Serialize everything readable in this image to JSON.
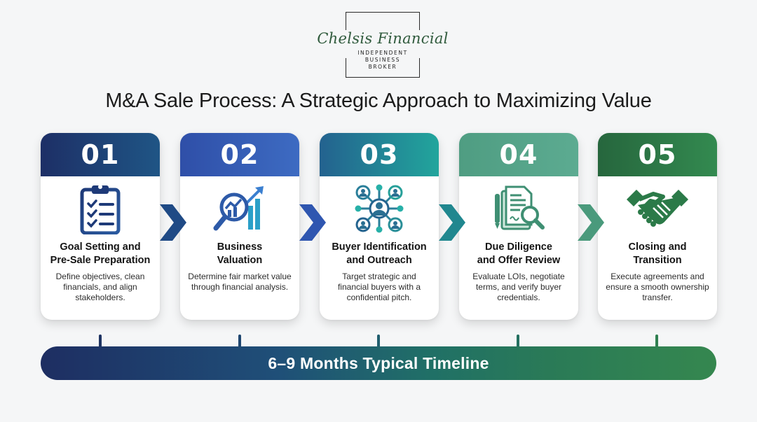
{
  "logo": {
    "name": "Chelsis Financial",
    "tagline_lines": [
      "INDEPENDENT",
      "BUSINESS",
      "BROKER"
    ]
  },
  "title": "M&A Sale Process: A Strategic Approach to Maximizing Value",
  "steps": [
    {
      "number": "01",
      "title_lines": [
        "Goal Setting and",
        "Pre-Sale Preparation"
      ],
      "description": "Define objectives, clean financials, and align stakeholders.",
      "icon": "clipboard-checklist-icon",
      "color_start": "#1d2f66",
      "color_end": "#1f5585"
    },
    {
      "number": "02",
      "title_lines": [
        "Business",
        "Valuation"
      ],
      "description": "Determine fair market value through financial analysis.",
      "icon": "magnifier-growth-chart-icon",
      "color_start": "#2f4fa8",
      "color_end": "#3d6bc2"
    },
    {
      "number": "03",
      "title_lines": [
        "Buyer Identification",
        "and Outreach"
      ],
      "description": "Target strategic and financial buyers with a confidential pitch.",
      "icon": "buyer-network-icon",
      "color_start": "#23628f",
      "color_end": "#22a59c"
    },
    {
      "number": "04",
      "title_lines": [
        "Due Diligence",
        "and Offer Review"
      ],
      "description": "Evaluate LOIs, negotiate terms, and verify buyer credentials.",
      "icon": "document-review-icon",
      "color_start": "#4f9d82",
      "color_end": "#5cab91"
    },
    {
      "number": "05",
      "title_lines": [
        "Closing and",
        "Transition"
      ],
      "description": "Execute agreements and ensure a smooth ownership transfer.",
      "icon": "handshake-icon",
      "color_start": "#26663d",
      "color_end": "#338a50"
    }
  ],
  "timeline": {
    "label": "6–9 Months Typical Timeline"
  },
  "colors": {
    "background": "#f5f6f7",
    "timeline_start": "#1e2e62",
    "timeline_end": "#35874f",
    "logo_green": "#2f5a3c"
  }
}
